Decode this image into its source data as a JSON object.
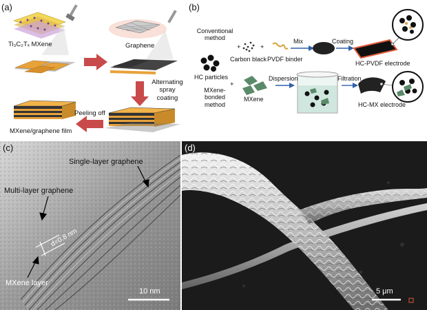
{
  "panels": {
    "a": {
      "label": "(a)",
      "mxene_label": "Ti₃C₂Tₓ MXene",
      "graphene_label": "Graphene",
      "step_spray": "Alternating spray coating",
      "step_peel": "Peeling off",
      "film_label": "MXene/graphene film"
    },
    "b": {
      "label": "(b)",
      "conventional": "Conventional method",
      "carbon_black": "Carbon black",
      "pvdf_binder": "PVDF binder",
      "mix": "Mix",
      "coating": "Coating",
      "hc_pvdf": "HC-PVDF electrode",
      "hc_particles": "HC particles",
      "mxene_bonded": "MXene-bonded method",
      "mxene": "MXene",
      "dispersion": "Dispersion",
      "filtration": "Filtration",
      "hc_mx": "HC-MX electrode",
      "plus": "+"
    },
    "c": {
      "label": "(c)",
      "single_layer": "Single-layer graphene",
      "multi_layer": "Multi-layer graphene",
      "spacing": "d=0.8 nm",
      "mxene_layer": "MXene layer",
      "scale": "10 nm"
    },
    "d": {
      "label": "(d)",
      "scale": "5 μm"
    }
  },
  "colors": {
    "arrow_red": "#c94a4a",
    "mxene_orange": "#e8a23a",
    "graphene_gray": "#555555",
    "flow_blue": "#2f5fa8"
  }
}
